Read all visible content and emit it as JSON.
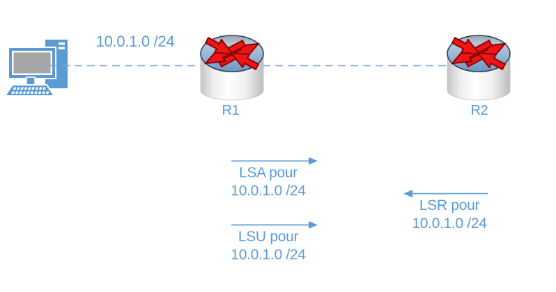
{
  "diagram": {
    "colors": {
      "accent": "#5b9bd5",
      "link_dash": "#74a5da",
      "arrow_red": "#ed1515",
      "arrow_red_outline": "#8b0000",
      "router_top_blue": "#7399c6",
      "screen_gray": "#a6a6a6"
    },
    "icons": {
      "workstation": "workstation-icon",
      "r1": "router-icon",
      "r2": "router-icon"
    },
    "segment_label": "10.0.1.0 /24",
    "nodes": {
      "r1": {
        "label": "R1"
      },
      "r2": {
        "label": "R2"
      }
    },
    "link": {
      "style": "dashed"
    },
    "messages": [
      {
        "id": "lsa",
        "label": "LSA pour",
        "network": "10.0.1.0 /24",
        "direction": "right"
      },
      {
        "id": "lsr",
        "label": "LSR pour",
        "network": "10.0.1.0 /24",
        "direction": "left"
      },
      {
        "id": "lsu",
        "label": "LSU pour",
        "network": "10.0.1.0 /24",
        "direction": "right"
      }
    ]
  }
}
